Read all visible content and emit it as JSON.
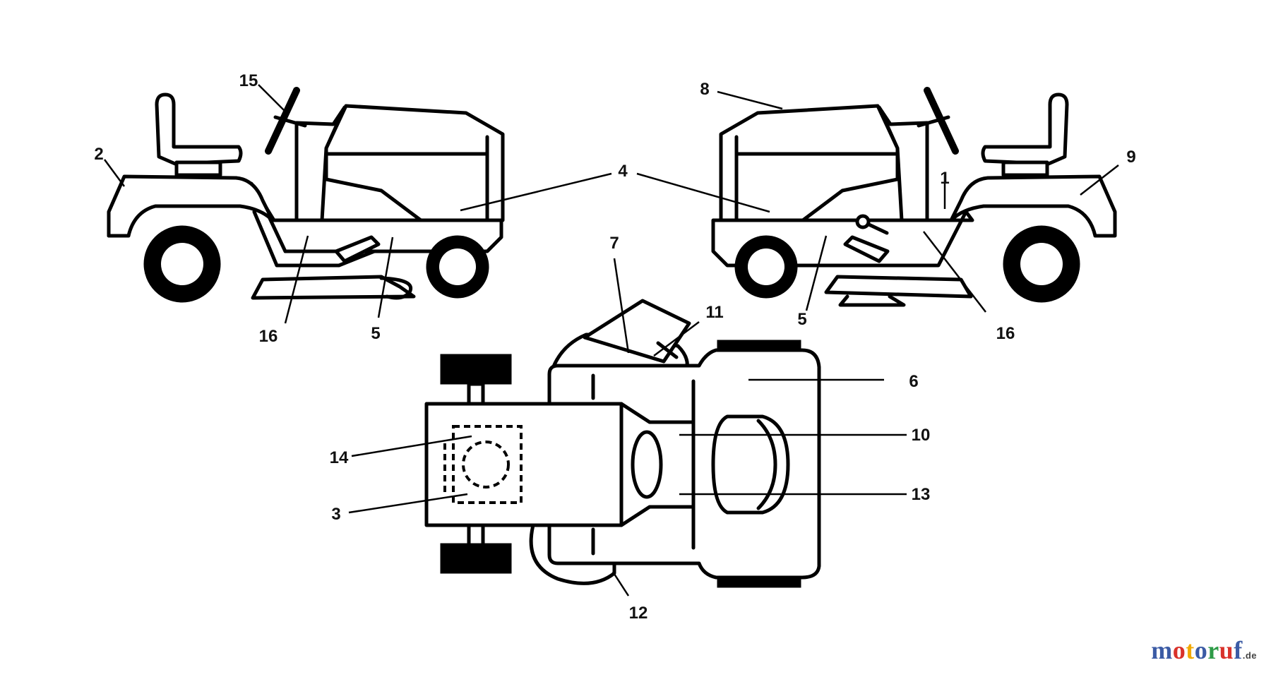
{
  "diagram": {
    "callouts": {
      "c1": "1",
      "c2": "2",
      "c3": "3",
      "c4": "4",
      "c5a": "5",
      "c5b": "5",
      "c6": "6",
      "c7": "7",
      "c8": "8",
      "c9": "9",
      "c10": "10",
      "c11": "11",
      "c12": "12",
      "c13": "13",
      "c14": "14",
      "c15": "15",
      "c16a": "16",
      "c16b": "16"
    }
  },
  "watermark": {
    "letters": [
      "m",
      "o",
      "t",
      "o",
      "r",
      "u",
      "f"
    ],
    "colors": [
      "#3b5ba5",
      "#d9322b",
      "#f2a900",
      "#3b5ba5",
      "#2e9b47",
      "#d9322b",
      "#3b5ba5"
    ],
    "suffix": ".de"
  }
}
